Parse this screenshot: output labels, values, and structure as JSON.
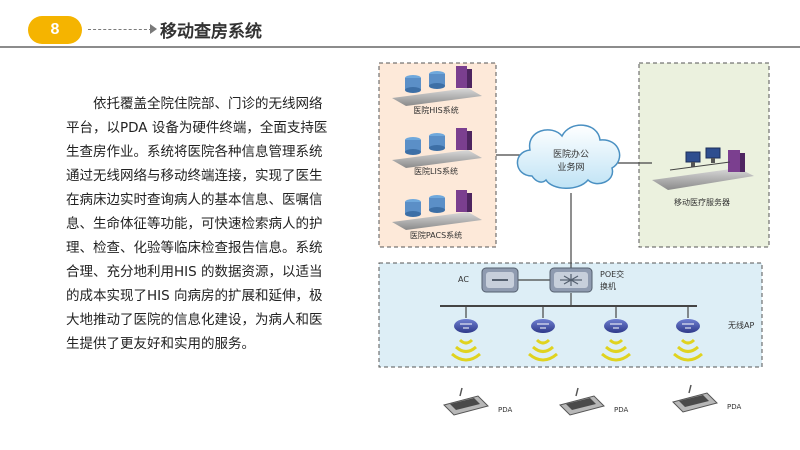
{
  "header": {
    "page_number": "8",
    "title": "移动查房系统"
  },
  "body": {
    "paragraph": "依托覆盖全院住院部、门诊的无线网络平台，以PDA 设备为硬件终端，全面支持医生查房作业。系统将医院各种信息管理系统通过无线网络与移动终端连接，实现了医生在病床边实时查询病人的基本信息、医嘱信息、生命体征等功能，可快速检索病人的护理、检查、化验等临床检查报告信息。系统合理、充分地利用HIS 的数据资源，以适当的成本实现了HIS 向病房的扩展和延伸，极大地推动了医院的信息化建设，为病人和医生提供了更友好和实用的服务。"
  },
  "diagram": {
    "servers": [
      "医院HIS系统",
      "医院LIS系统",
      "医院PACS系统"
    ],
    "cloud": [
      "医院办公",
      "业务网"
    ],
    "mobile_server": "移动医疗服务器",
    "ac": "AC",
    "poe_switch": [
      "POE交",
      "换机"
    ],
    "wireless_ap": "无线AP",
    "pda": [
      "PDA",
      "PDA",
      "PDA"
    ]
  },
  "colors": {
    "badge": "#f5b400",
    "server_zone_fill": "#fde9d9",
    "mobile_zone_fill": "#ebf1de",
    "wireless_zone_fill": "#ddeef6"
  },
  "icons": {
    "servers": "server-rack-icon",
    "cloud": "cloud-icon",
    "mobile_server": "workstation-icon",
    "ac": "router-icon",
    "switch": "switch-icon",
    "ap": "wifi-ap-icon",
    "pda": "pda-icon"
  }
}
